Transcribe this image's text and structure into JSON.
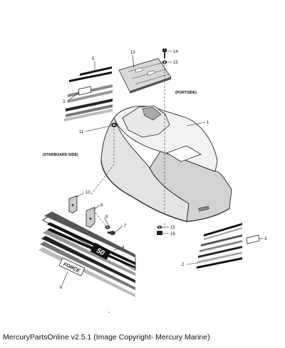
{
  "caption": "MercuryPartsOnline v2.5.1 (Image Copyright- Mercury Marine)",
  "notes": {
    "portside": "(PORTSIDE)",
    "starboard": "(STARBOARD SIDE)"
  },
  "callouts": [
    "1",
    "2",
    "3",
    "3",
    "4",
    "5",
    "6",
    "7",
    "8",
    "9",
    "10",
    "11",
    "13",
    "14",
    "15",
    "15",
    "16"
  ],
  "decal_text": {
    "force": "FORCE",
    "hp": "50"
  }
}
